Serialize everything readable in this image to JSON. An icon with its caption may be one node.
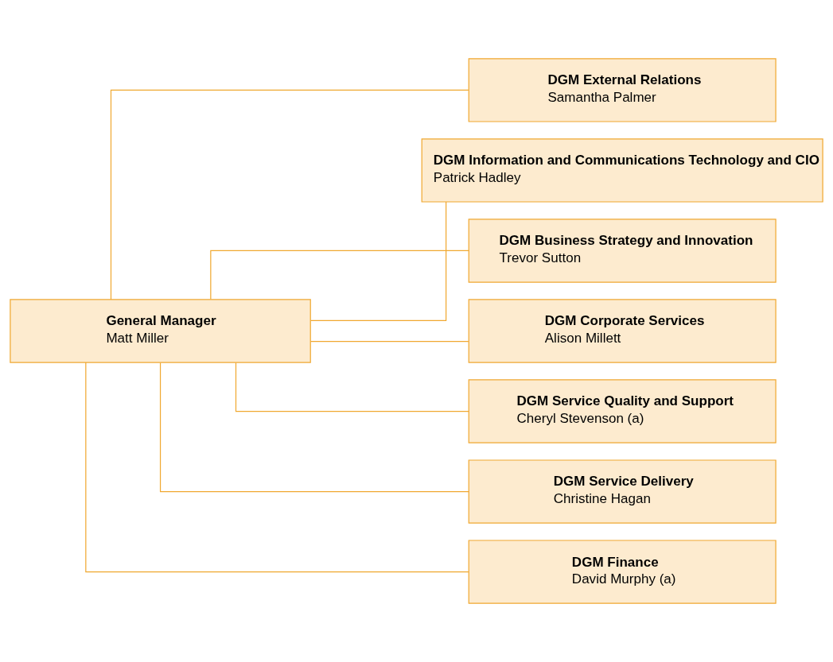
{
  "diagram": {
    "nodes": [
      {
        "text": [
          "General Manager",
          "Matt Miller"
        ]
      },
      {
        "text": [
          "DGM External Relations",
          "Samantha Palmer"
        ]
      },
      {
        "text": [
          "DGM Information and Communications Technology and CIO",
          "Patrick Hadley"
        ]
      },
      {
        "text": [
          "DGM Business Strategy and Innovation",
          "Trevor Sutton"
        ]
      },
      {
        "text": [
          "DGM Corporate Services",
          "Alison Millett"
        ]
      },
      {
        "text": [
          "DGM Service Quality and Support",
          "Cheryl Stevenson (a)"
        ]
      },
      {
        "text": [
          "DGM Service Delivery",
          "Christine Hagan"
        ]
      },
      {
        "text": [
          "DGM Finance",
          "David Murphy (a)"
        ]
      }
    ],
    "edges": [
      {
        "from": 0,
        "to": 1,
        "arrow": "none"
      },
      {
        "from": 0,
        "to": 2,
        "arrow": "none"
      },
      {
        "from": 0,
        "to": 3,
        "arrow": "none"
      },
      {
        "from": 0,
        "to": 4,
        "arrow": "none"
      },
      {
        "from": 0,
        "to": 5,
        "arrow": "none"
      },
      {
        "from": 0,
        "to": 6,
        "arrow": "none"
      },
      {
        "from": 0,
        "to": 7,
        "arrow": "none"
      }
    ]
  }
}
